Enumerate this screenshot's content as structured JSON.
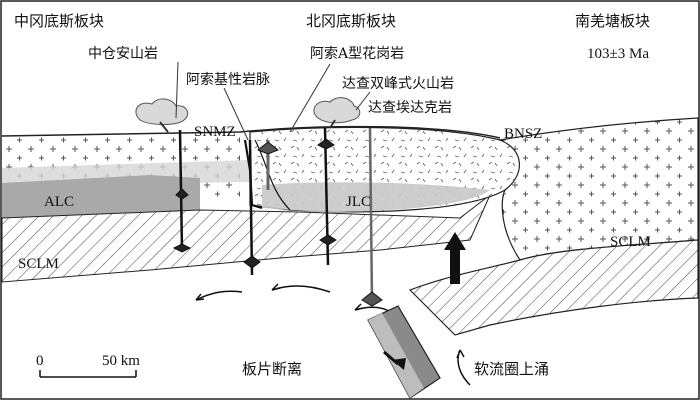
{
  "blocks": {
    "south_qiangtang": "南羌塘板块",
    "north_gangdese": "北冈底斯板块",
    "central_gangdese": "中冈底斯板块"
  },
  "age": "103±3 Ma",
  "rocks": {
    "zhongcang_andesite": "中仓安山岩",
    "asuo_basic_dike": "阿索基性岩脉",
    "asuo_a_granite": "阿索A型花岗岩",
    "dazha_shuangfeng_volcanic": "达查双峰式火山岩",
    "dazha_adakite": "达查埃达克岩"
  },
  "zones": {
    "snmz": "SNMZ",
    "bnsz": "BNSZ",
    "alc": "ALC",
    "jlc": "JLC",
    "sclm_left": "SCLM",
    "sclm_right": "SCLM"
  },
  "process": {
    "slab_breakoff": "板片断离",
    "asthenosphere_upwelling": "软流圈上涌"
  },
  "scale": {
    "zero": "0",
    "fifty_km": "50 km"
  }
}
